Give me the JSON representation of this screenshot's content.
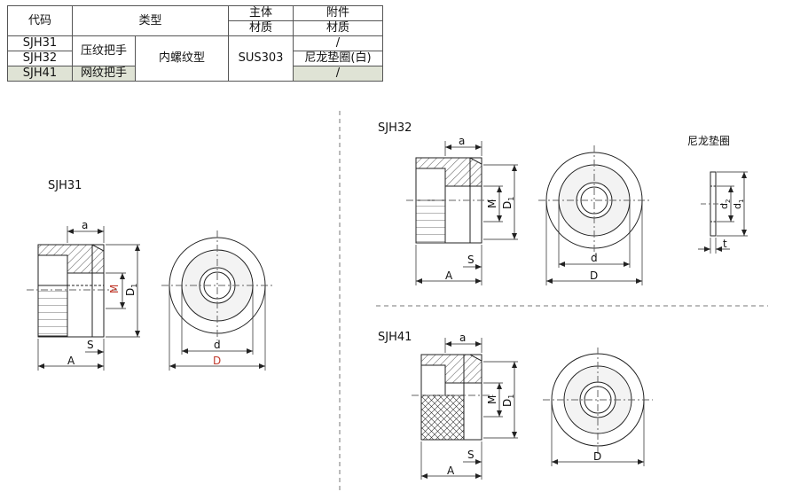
{
  "table": {
    "headers": {
      "code": "代码",
      "type": "类型",
      "body_top": "主体",
      "body_bottom": "材质",
      "acc_top": "附件",
      "acc_bottom": "材质"
    },
    "rows": [
      {
        "code": "SJH31",
        "grip": "压纹把手",
        "thread": "内螺纹型",
        "material": "SUS303",
        "accessory": "/"
      },
      {
        "code": "SJH32",
        "grip": "压纹把手",
        "thread": "内螺纹型",
        "material": "SUS303",
        "accessory": "尼龙垫圈(白)"
      },
      {
        "code": "SJH41",
        "grip": "网纹把手",
        "thread": "内螺纹型",
        "material": "SUS303",
        "accessory": "/"
      }
    ]
  },
  "drawings": {
    "sjh31": {
      "title": "SJH31",
      "a": "a",
      "A": "A",
      "S": "S",
      "M": "M",
      "D1": "D",
      "D1_sub": "1",
      "d": "d",
      "D": "D"
    },
    "sjh32": {
      "title": "SJH32",
      "a": "a",
      "A": "A",
      "S": "S",
      "M": "M",
      "D1": "D",
      "D1_sub": "1",
      "d": "d",
      "D": "D"
    },
    "washer": {
      "title": "尼龙垫圈",
      "d2": "d",
      "d2_sub": "2",
      "d1": "d",
      "d1_sub": "1",
      "t": "t"
    },
    "sjh41": {
      "title": "SJH41",
      "a": "a",
      "A": "A",
      "S": "S",
      "M": "M",
      "D1": "D",
      "D1_sub": "1",
      "D": "D"
    }
  },
  "colors": {
    "line": "#222222",
    "highlight": "#c0392b",
    "shade": "#dfe3d5",
    "ring": "#f0f0f0"
  }
}
